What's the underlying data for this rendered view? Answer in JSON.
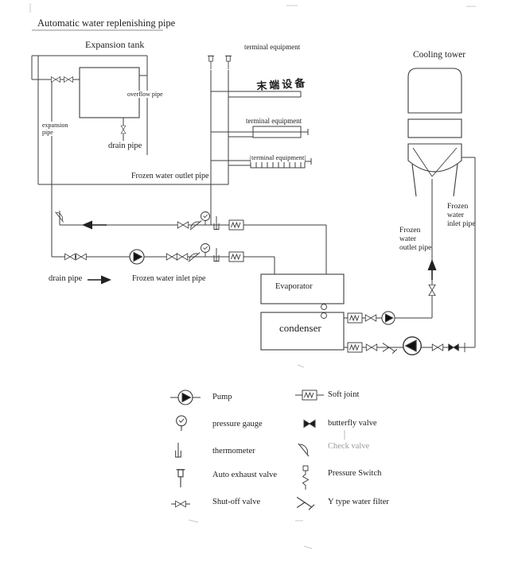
{
  "title": "Automatic water replenishing pipe",
  "diagram": {
    "expansion_tank_label": "Expansion tank",
    "overflow_pipe_label": "overflow pipe",
    "expansion_pipe_label": "expansion pipe",
    "tank_drain_pipe_label": "drain pipe",
    "terminal_equipment_top_label": "terminal equipment",
    "terminal_equipment_cn_label": "末端设备",
    "terminal_equipment_mid_label": "terminal equipment",
    "terminal_equipment_bottom_label": "terminal equipment",
    "frozen_water_outlet_pipe_label": "Frozen water outlet pipe",
    "cooling_tower_label": "Cooling tower",
    "frozen_water_inlet_pipe_vertical_label": "Frozen water inlet pipe",
    "frozen_water_outlet_pipe_vertical_label": "Frozen water outlet pipe",
    "evaporator_label": "Evaporator",
    "condenser_label": "condenser",
    "drain_pipe_label": "drain pipe",
    "frozen_water_inlet_pipe_label": "Frozen water inlet pipe"
  },
  "legend": {
    "left": [
      {
        "symbol": "pump-icon",
        "label": "Pump"
      },
      {
        "symbol": "pressure-gauge-icon",
        "label": "pressure gauge"
      },
      {
        "symbol": "thermometer-icon",
        "label": "thermometer"
      },
      {
        "symbol": "auto-exhaust-valve-icon",
        "label": "Auto exhaust valve"
      },
      {
        "symbol": "shut-off-valve-icon",
        "label": "Shut-off valve"
      }
    ],
    "right": [
      {
        "symbol": "soft-joint-icon",
        "label": "Soft joint"
      },
      {
        "symbol": "butterfly-valve-icon",
        "label": "butterfly valve"
      },
      {
        "symbol": "check-valve-icon",
        "label": "Check valve"
      },
      {
        "symbol": "pressure-switch-icon",
        "label": "Pressure Switch"
      },
      {
        "symbol": "y-type-water-filter-icon",
        "label": "Y type water filter"
      }
    ]
  },
  "colors": {
    "line": "#3d3d3d",
    "text": "#1d1d1d",
    "faded_text": "#9a9a9a",
    "background": "#ffffff"
  }
}
